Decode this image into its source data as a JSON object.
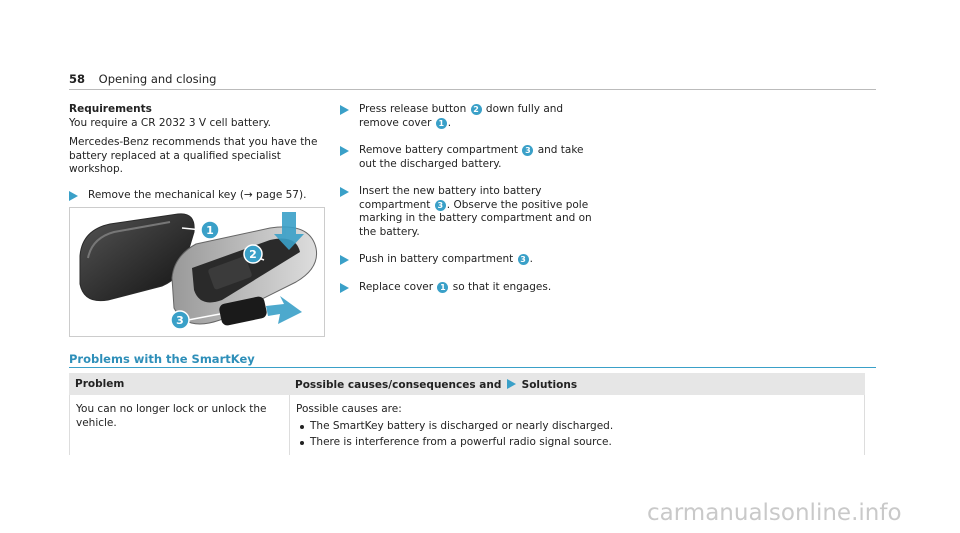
{
  "header": {
    "page_number": "58",
    "section": "Opening and closing"
  },
  "left": {
    "heading": "Requirements",
    "para1": "You require a CR 2032 3 V cell battery.",
    "para2": "Mercedes-Benz recommends that you have the battery replaced at a qualified specialist workshop.",
    "step1_text": "Remove the mechanical key (",
    "step1_ref": "→ page 57",
    "step1_end": ")."
  },
  "figure": {
    "callouts": [
      "1",
      "2",
      "3"
    ]
  },
  "right": {
    "s1a": "Press release button ",
    "s1n1": "2",
    "s1b": " down fully and remove cover ",
    "s1n2": "1",
    "s1c": ".",
    "s2a": "Remove battery compartment ",
    "s2n1": "3",
    "s2b": " and take out the discharged battery.",
    "s3a": "Insert the new battery into battery compartment ",
    "s3n1": "3",
    "s3b": ". Observe the positive pole marking in the battery compartment and on the battery.",
    "s4a": "Push in battery compartment ",
    "s4n1": "3",
    "s4b": ".",
    "s5a": "Replace cover ",
    "s5n1": "1",
    "s5b": " so that it engages."
  },
  "problems": {
    "title": "Problems with the SmartKey",
    "col1": "Problem",
    "col2a": "Possible causes/consequences and",
    "col2b": "Solutions",
    "row1": {
      "problem": "You can no longer lock or unlock the vehicle.",
      "intro": "Possible causes are:",
      "bullets": [
        "The SmartKey battery is discharged or nearly discharged.",
        "There is interference from a powerful radio signal source."
      ]
    }
  },
  "watermark": "carmanualsonline.info"
}
